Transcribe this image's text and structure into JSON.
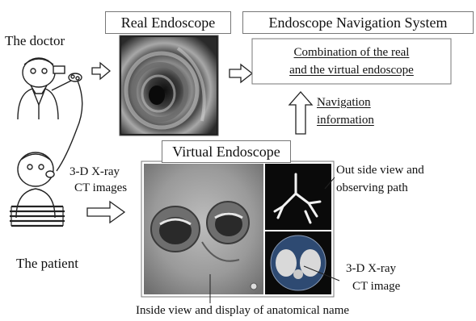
{
  "labels": {
    "doctor": "The doctor",
    "patient": "The patient",
    "ct_images": [
      "3-D X-ray",
      "CT images"
    ],
    "real_endoscope": "Real Endoscope",
    "navigation_system": "Endoscope Navigation System",
    "combination": [
      "Combination of the real",
      "and the virtual endoscope"
    ],
    "navigation_info": [
      "Navigation",
      "information"
    ],
    "virtual_endoscope": "Virtual Endoscope",
    "outside_view": [
      "Out side view and",
      "observing path"
    ],
    "ct_image": [
      "3-D X-ray",
      "CT image"
    ],
    "inside_view": "Inside view and display of anatomical name"
  },
  "colors": {
    "line": "#222222",
    "box_border": "#777777",
    "real_endo_dark": "#1a1a1a",
    "virtual_endo_bg": "#9a9a9a",
    "ct_slice_bg": "#2e4a72"
  }
}
